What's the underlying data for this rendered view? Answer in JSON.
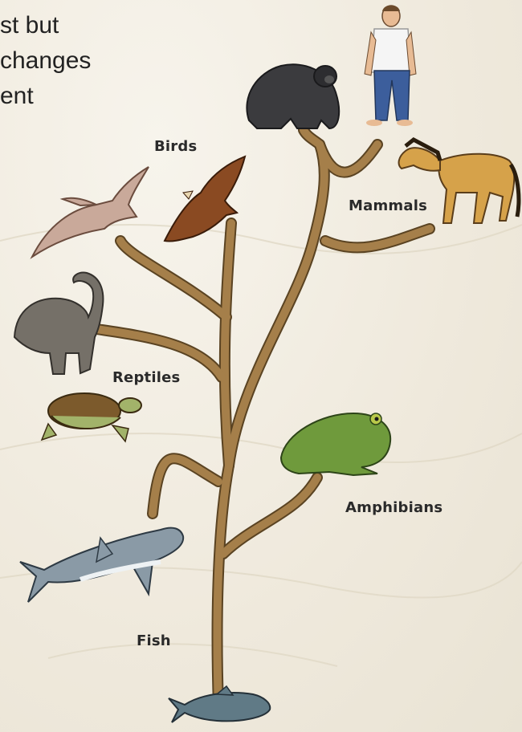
{
  "intro_text": {
    "line1": "st but",
    "line2": "changes",
    "line3": "ent"
  },
  "groups": {
    "birds": "Birds",
    "mammals": "Mammals",
    "reptiles": "Reptiles",
    "amphibians": "Amphibians",
    "fish": "Fish"
  },
  "colors": {
    "branch": "#a57f4a",
    "branch_outline": "#5a4322",
    "text": "#2a2a2a"
  }
}
